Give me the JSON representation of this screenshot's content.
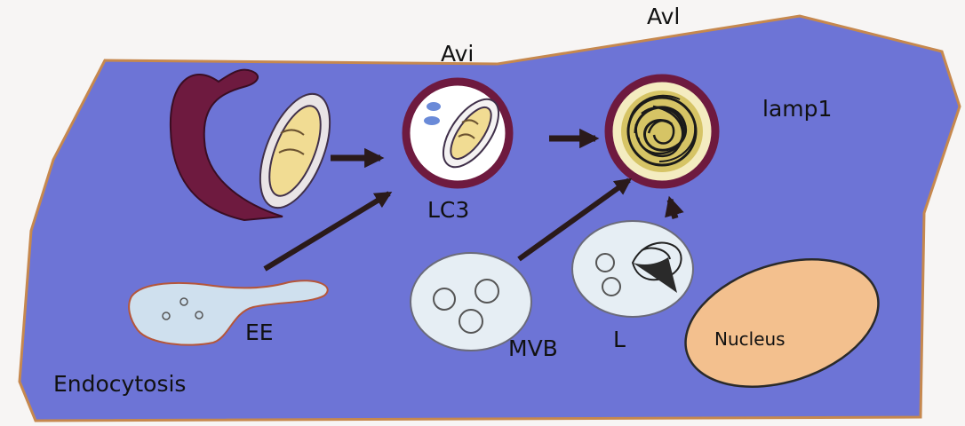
{
  "labels": {
    "avi": "Avi",
    "avl": "Avl",
    "lamp1": "lamp1",
    "lc3": "LC3",
    "ee": "EE",
    "mvb": "MVB",
    "l": "L",
    "nucleus": "Nucleus",
    "endocytosis": "Endocytosis"
  },
  "colors": {
    "cell": "#6d74d6",
    "cell_border": "#c6884e",
    "phagophore": "#6e1a3f",
    "mitochondrion": "#f1dc93",
    "vesicle_fill": "#e6eef4",
    "nucleus": "#f3c08e"
  }
}
